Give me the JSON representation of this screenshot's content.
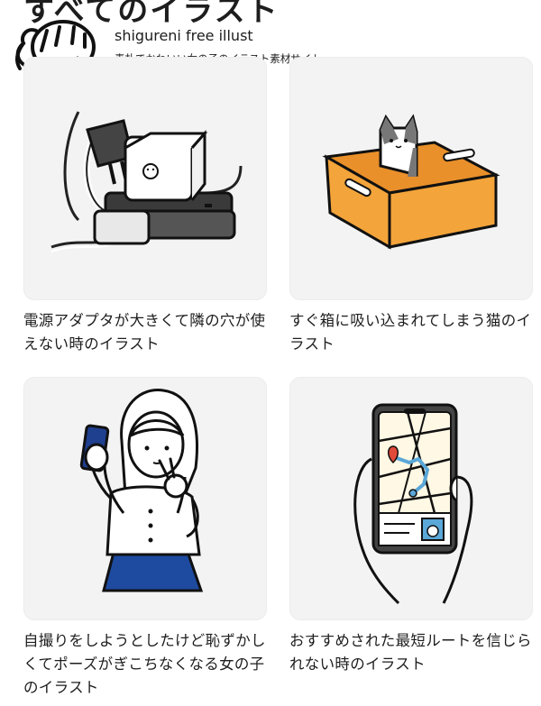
{
  "page": {
    "heading": "すべてのイラスト"
  },
  "site": {
    "name": "shigureni free illust",
    "tagline": "素朴でかわいい女の子のイラスト素材サイト"
  },
  "colors": {
    "thumb_bg": "#f3f3f3",
    "box_orange": "#f3a43a",
    "phone_blue": "#1f3f8f",
    "skirt_blue": "#1e4aa0",
    "map_pin_red": "#e04a3a",
    "route_blue": "#5aa7d8"
  },
  "cards": [
    {
      "title": "電源アダプタが大きくて隣の穴が使えない時のイラスト",
      "icon": "power-adapter-illustration"
    },
    {
      "title": "すぐ箱に吸い込まれてしまう猫のイラスト",
      "icon": "cat-in-box-illustration"
    },
    {
      "title": "自撮りをしようとしたけど恥ずかしくてポーズがぎこちなくなる女の子のイラスト",
      "icon": "girl-selfie-illustration"
    },
    {
      "title": "おすすめされた最短ルートを信じられない時のイラスト",
      "icon": "phone-map-illustration"
    }
  ]
}
